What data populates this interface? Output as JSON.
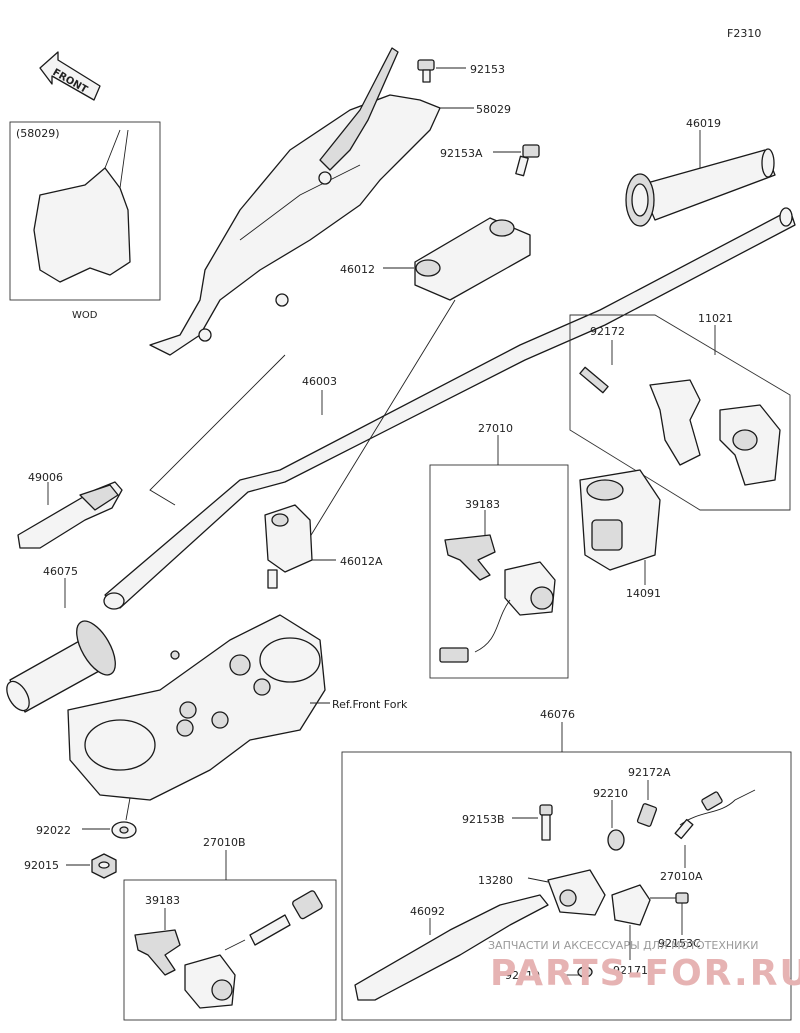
{
  "figure_code": "F2310",
  "front_arrow_label": "FRONT",
  "inset_wod": {
    "title": "(58029)",
    "caption": "WOD"
  },
  "callouts": {
    "p92153": "92153",
    "p58029": "58029",
    "p92153A": "92153A",
    "p46019": "46019",
    "p46012": "46012",
    "p92172": "92172",
    "p11021": "11021",
    "p46003": "46003",
    "p27010": "27010",
    "p39183_top": "39183",
    "p49006": "49006",
    "p46012A": "46012A",
    "p14091": "14091",
    "p46075": "46075",
    "ref_front_fork": "Ref.Front Fork",
    "p46076": "46076",
    "p92172A": "92172A",
    "p92210": "92210",
    "p92153B": "92153B",
    "p92022": "92022",
    "p92015": "92015",
    "p27010B": "27010B",
    "p13280": "13280",
    "p27010A": "27010A",
    "p39183_bottom": "39183",
    "p46092": "46092",
    "p92153C": "92153C",
    "p92171": "92171",
    "p92019": "92019"
  },
  "watermark": {
    "line1": "ЗАПЧАСТИ И АКСЕССУАРЫ ДЛЯ МОТОТЕХНИКИ",
    "line2": "PARTS-FOR.RU"
  }
}
